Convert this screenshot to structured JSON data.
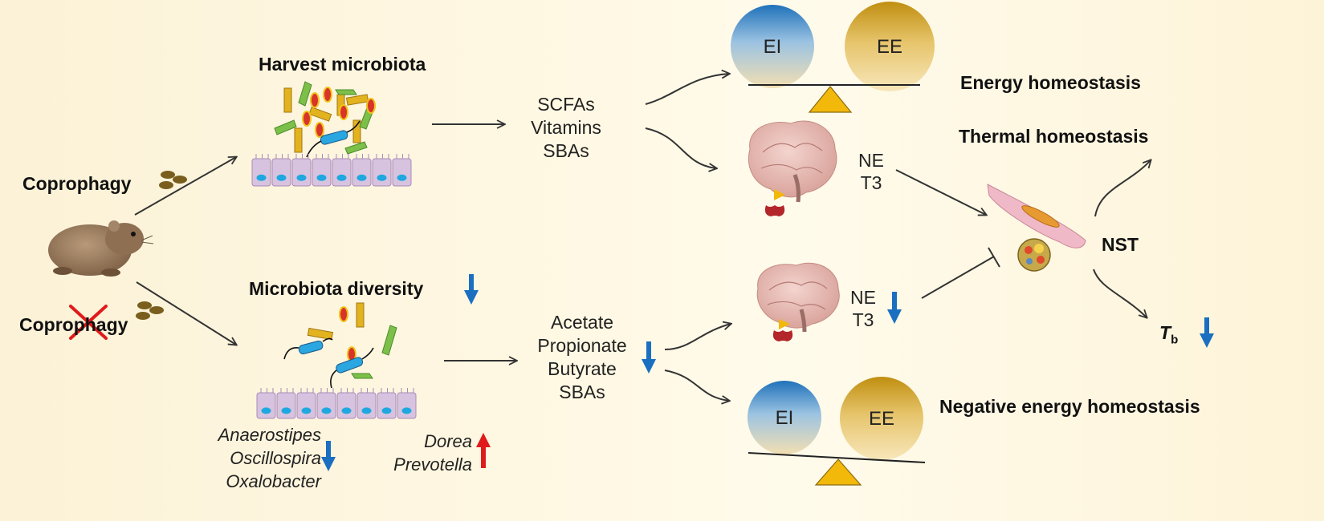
{
  "labels": {
    "coprophagy_top": "Coprophagy",
    "coprophagy_bottom": "Coprophagy",
    "harvest_microbiota": "Harvest microbiota",
    "microbiota_diversity": "Microbiota diversity",
    "metabolites_top": [
      "SCFAs",
      "Vitamins",
      "SBAs"
    ],
    "metabolites_bottom": [
      "Acetate",
      "Propionate",
      "Butyrate",
      "SBAs"
    ],
    "genera_down": [
      "Anaerostipes",
      "Oscillospira",
      "Oxalobacter"
    ],
    "genera_up": [
      "Dorea",
      "Prevotella"
    ],
    "balance_top": {
      "left": "EI",
      "right": "EE"
    },
    "balance_bottom": {
      "left": "EI",
      "right": "EE"
    },
    "hormones_top": [
      "NE",
      "T3"
    ],
    "hormones_bottom": [
      "NE",
      "T3"
    ],
    "energy_homeostasis": "Energy homeostasis",
    "thermal_homeostasis": "Thermal homeostasis",
    "negative_energy_homeostasis": "Negative energy homeostasis",
    "nst": "NST",
    "tb_main": "T",
    "tb_sub": "b"
  },
  "colors": {
    "down_arrow": "#1a6fc0",
    "up_arrow": "#e01b1b",
    "ei_circle": "#2f86c8",
    "ee_circle": "#c79a1c",
    "fulcrum": "#f2b80a",
    "cross": "#e01b1b"
  },
  "icons": [
    "vole-icon",
    "fecal-pellets-icon",
    "microbiota-icon",
    "gut-epithelium-icon",
    "brain-icon",
    "thyroid-icon",
    "brown-adipocyte-icon",
    "fat-cell-icon",
    "balance-icon",
    "red-cross-icon",
    "down-arrow-icon",
    "up-arrow-icon"
  ]
}
